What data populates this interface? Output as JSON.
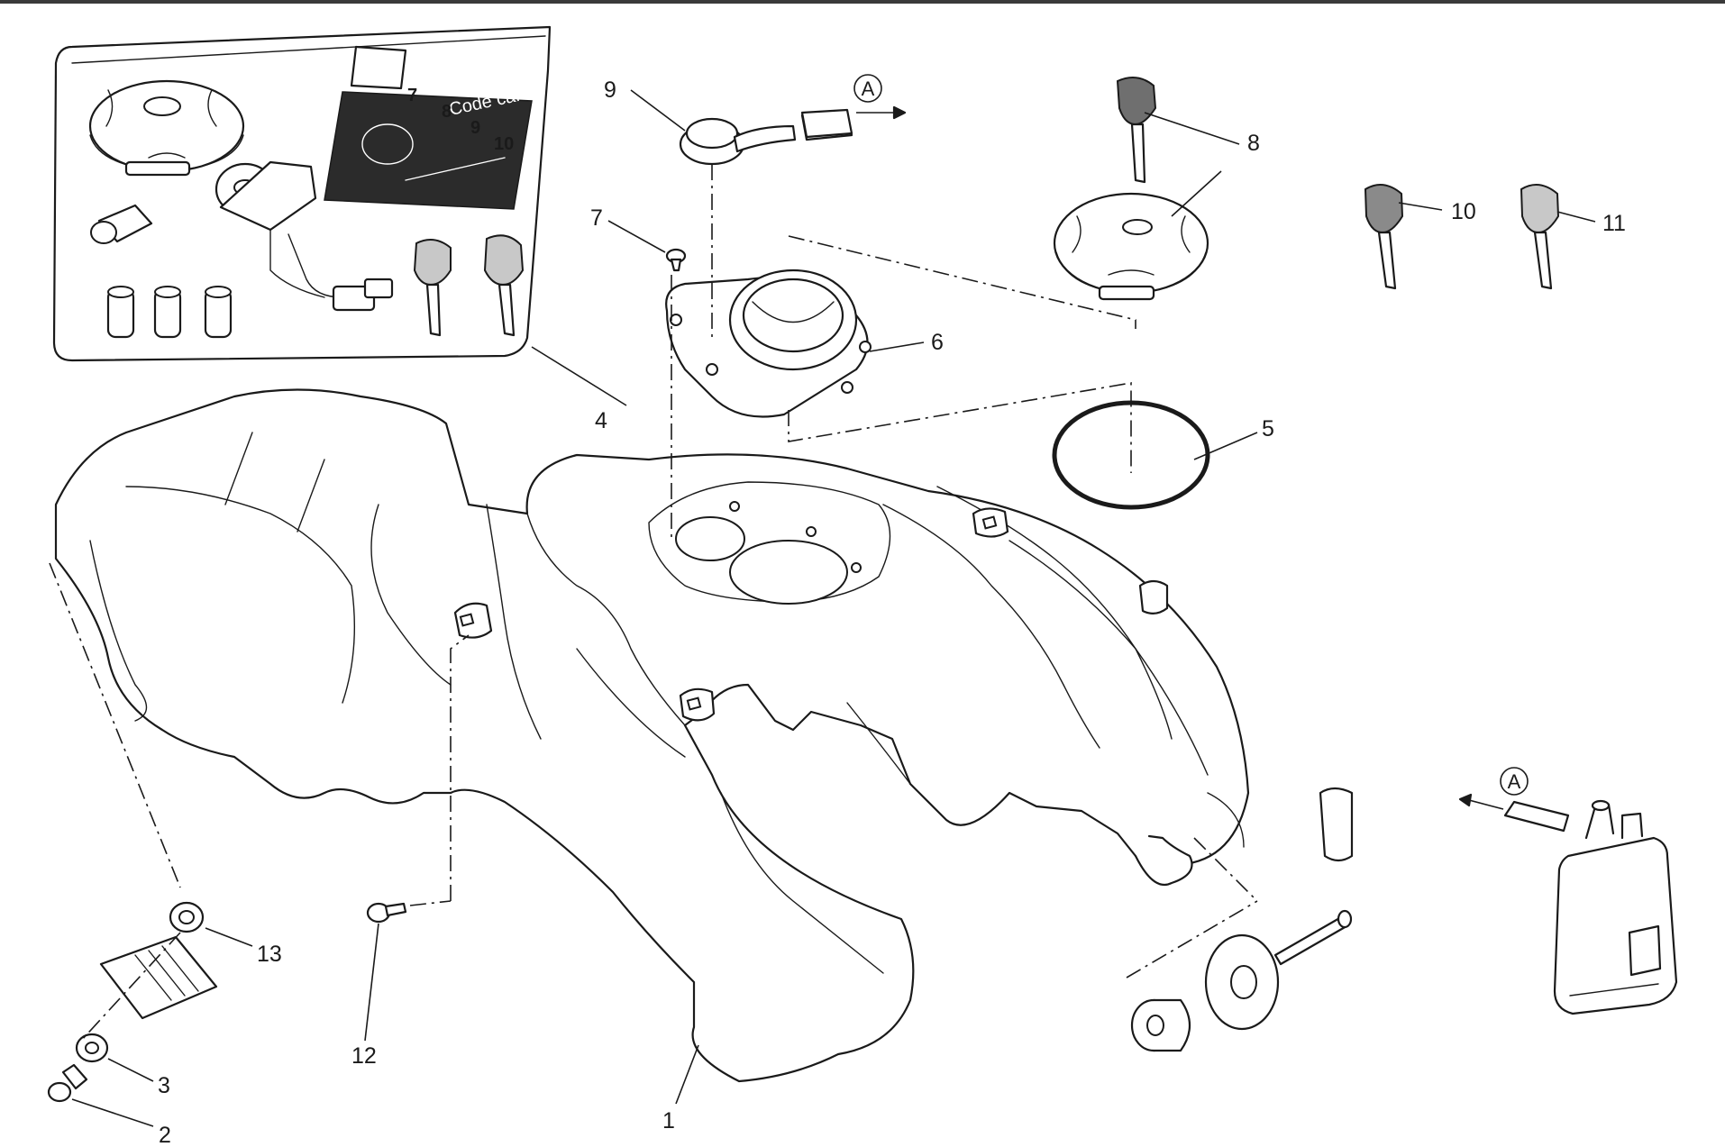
{
  "callouts": {
    "c1": "1",
    "c2": "2",
    "c3": "3",
    "c4": "4",
    "c5": "5",
    "c6": "6",
    "c7": "7",
    "c8": "8",
    "c9": "9",
    "c10": "10",
    "c11": "11",
    "c12": "12",
    "c13": "13"
  },
  "refs": {
    "top": "A",
    "right": "A"
  },
  "code_card": {
    "label": "Code card",
    "digits": [
      "7",
      "8",
      "9",
      "10"
    ]
  },
  "icons": [
    "fuel-tank",
    "filler-cap",
    "ignition-switch",
    "code-card",
    "key",
    "rubber-seal",
    "filler-flange",
    "breather-valve",
    "hose",
    "carbon-canister",
    "screw",
    "washer",
    "rubber-pad",
    "bolt",
    "spacer"
  ],
  "colors": {
    "line": "#1a1a1a",
    "key_grey": "#8a8a8a",
    "key_light": "#c8c8c8",
    "card": "#2b2b2b"
  }
}
